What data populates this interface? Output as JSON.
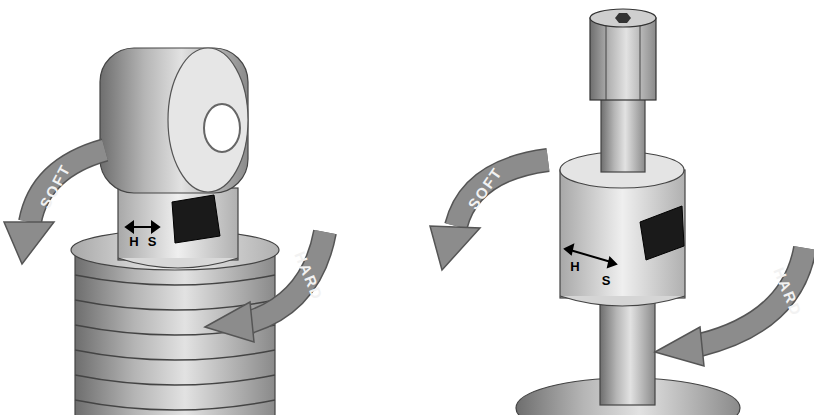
{
  "diagram": {
    "labels": [
      "SOFT",
      "H",
      "S",
      "HARD",
      "SOFT",
      "H",
      "S",
      "HARD"
    ]
  }
}
